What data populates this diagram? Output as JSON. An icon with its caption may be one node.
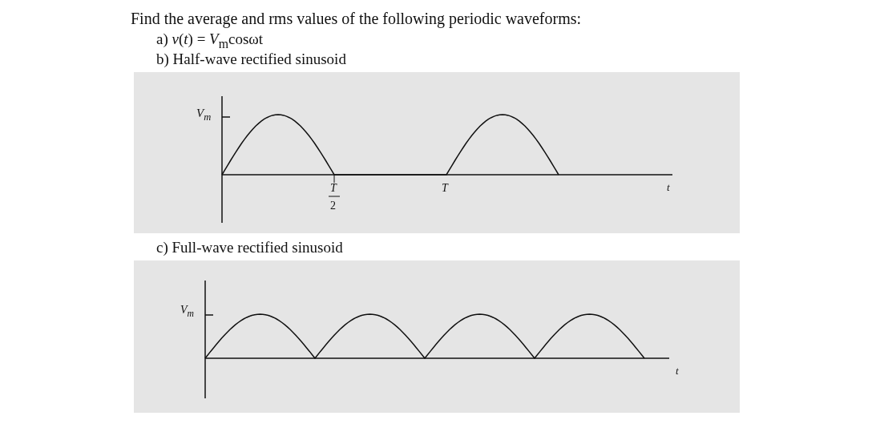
{
  "diagram": {
    "title": "Find the average and rms values of the following periodic waveforms:",
    "labels": [
      "a) *v*(*t*) = *V*$_{m}$cosωt",
      "b) Half-wave rectified sinusoid",
      "V$_{m}$",
      "T",
      "2",
      "T",
      "t",
      "c) Full-wave rectified sinusoid",
      "V$_{m}$",
      "t"
    ]
  }
}
